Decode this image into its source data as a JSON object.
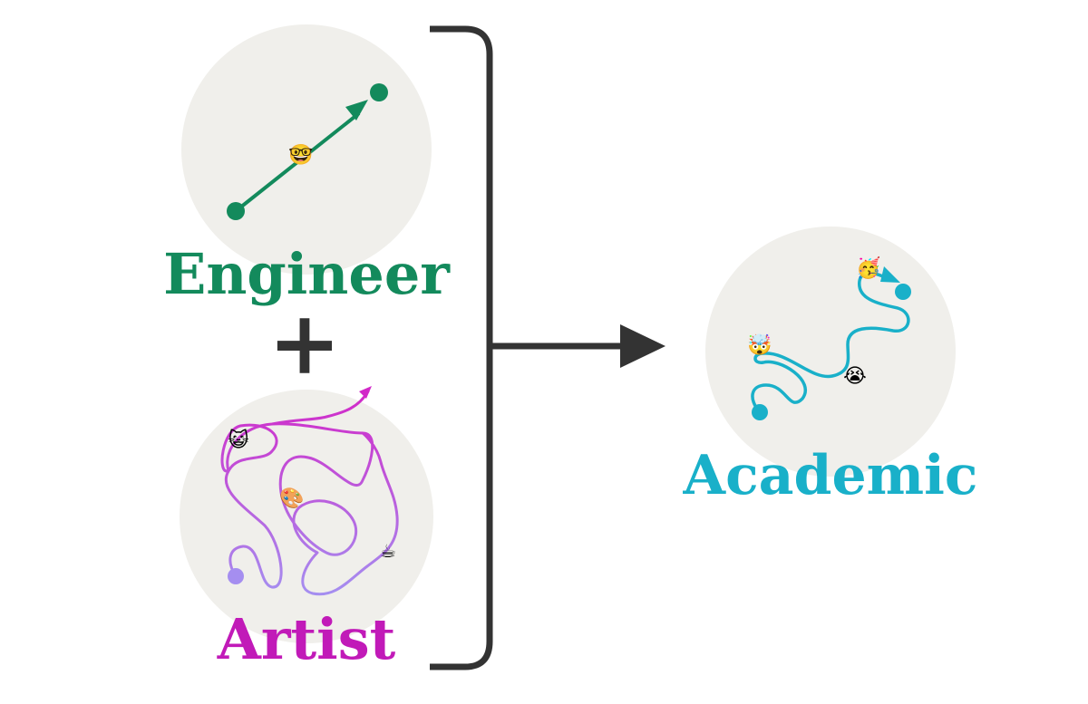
{
  "labels": {
    "engineer": "Engineer",
    "plus": "+",
    "artist": "Artist",
    "academic": "Academic"
  },
  "icons": {
    "engineer_mid": "🤓",
    "artist_top": "😺",
    "artist_mid": "🎨",
    "artist_bottom": "☕",
    "academic_top": "🥳",
    "academic_mid": "😭",
    "academic_left": "🤯"
  },
  "colors": {
    "engineer": "#138a5c",
    "artist_text": "#c11ab8",
    "artist_path_start": "#a58ef0",
    "artist_path_end": "#d228c8",
    "academic": "#19b0c9",
    "circle_bg": "#f0efeb",
    "bracket": "#333333"
  }
}
